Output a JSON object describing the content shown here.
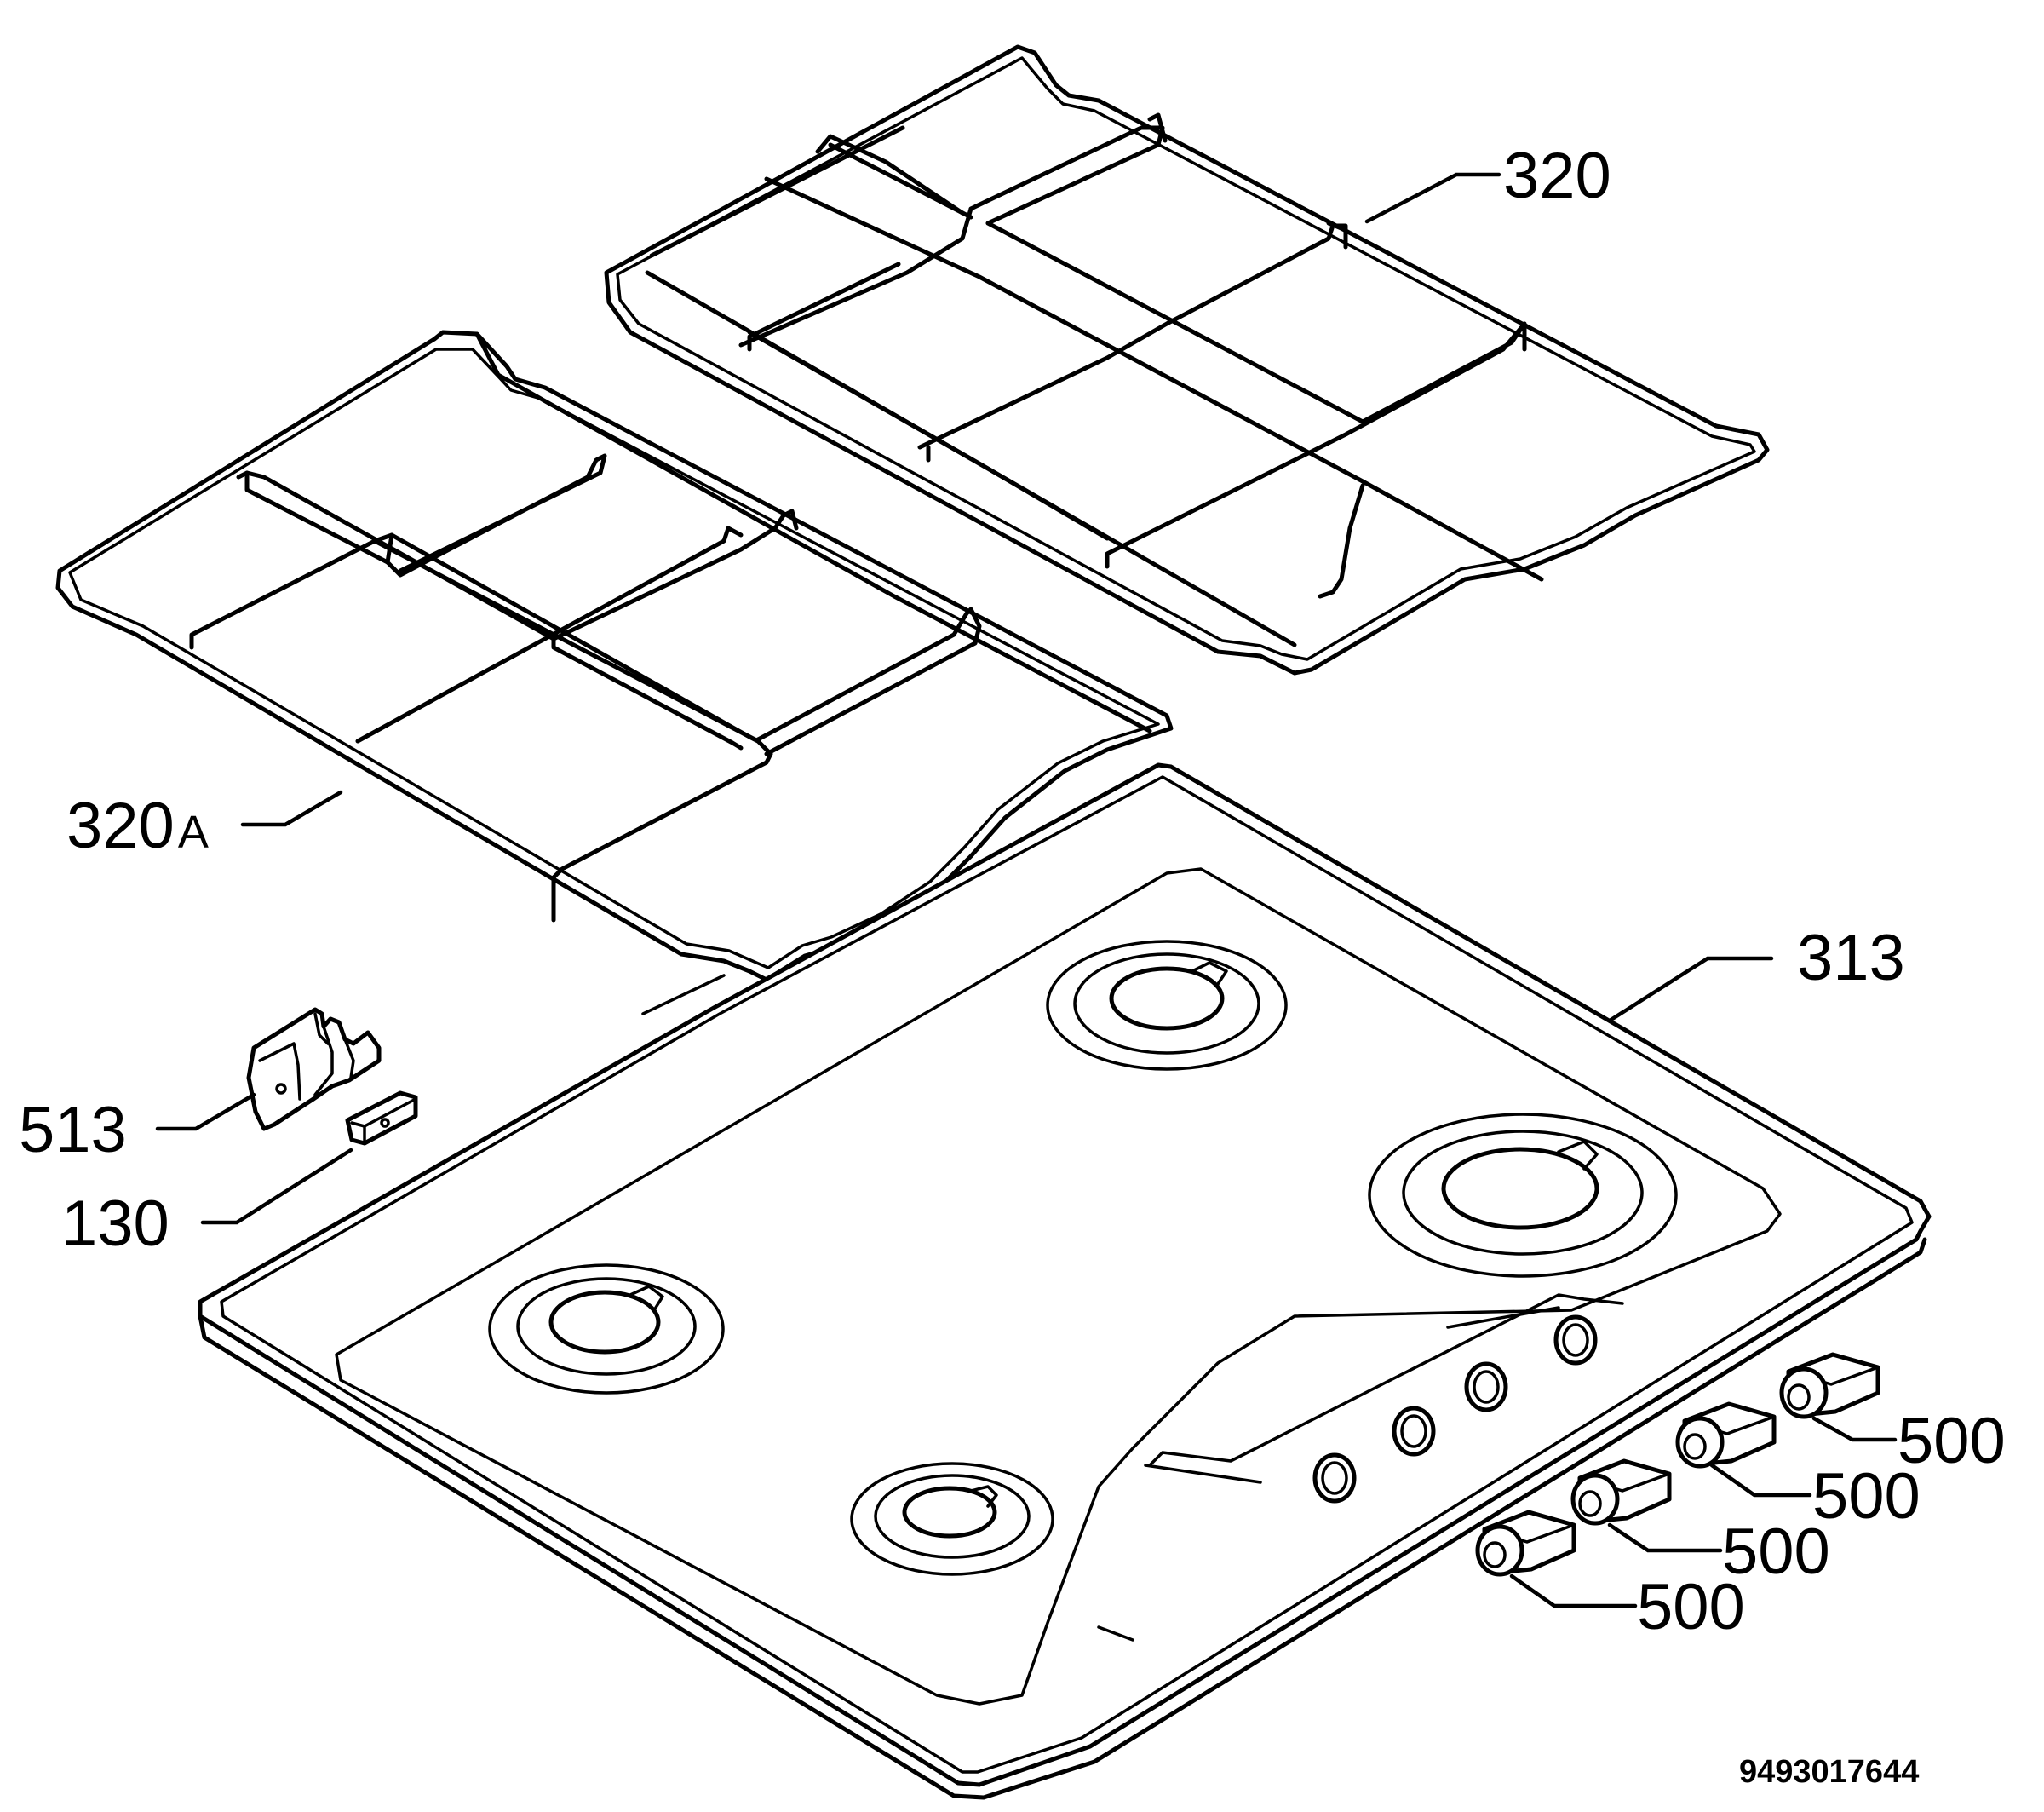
{
  "diagram": {
    "type": "exploded-parts-view",
    "document_number": "9493017644",
    "callouts": {
      "grate_right": "320",
      "grate_left_number": "320",
      "grate_left_suffix": "A",
      "hob": "313",
      "bracket": "513",
      "clip": "130",
      "knob_1": "500",
      "knob_2": "500",
      "knob_3": "500",
      "knob_4": "500"
    },
    "parts": [
      {
        "callout": "320",
        "depicts": "pan support grate"
      },
      {
        "callout": "320A",
        "depicts": "pan support grate"
      },
      {
        "callout": "313",
        "depicts": "hob top with four burners"
      },
      {
        "callout": "513",
        "depicts": "fixing bracket"
      },
      {
        "callout": "130",
        "depicts": "small clip"
      },
      {
        "callout": "500",
        "depicts": "control knob",
        "quantity_shown": 4
      }
    ]
  }
}
